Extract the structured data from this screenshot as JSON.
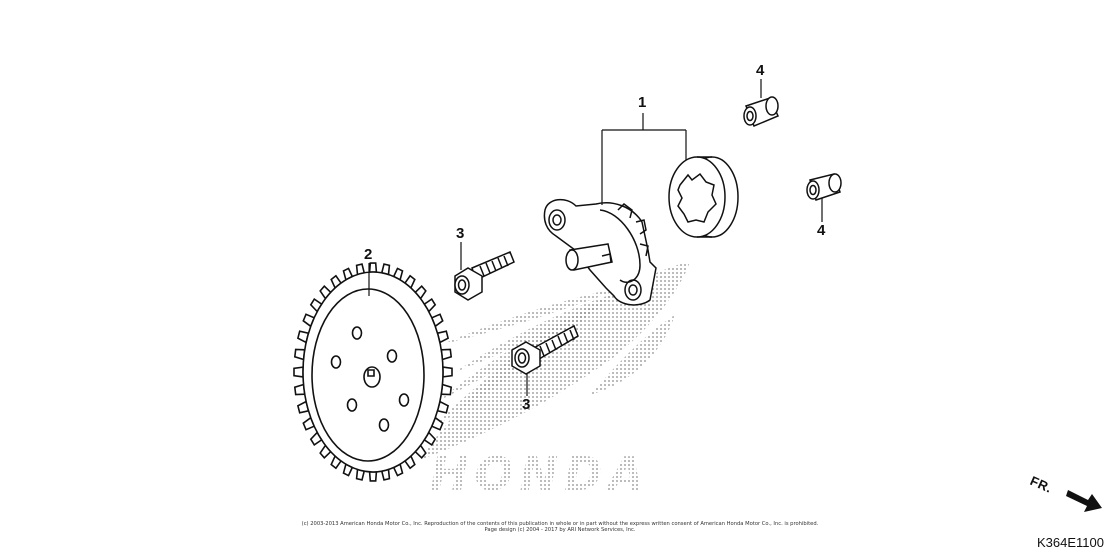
{
  "diagram": {
    "callouts": [
      {
        "id": "c1",
        "text": "1"
      },
      {
        "id": "c2",
        "text": "2"
      },
      {
        "id": "c3a",
        "text": "3"
      },
      {
        "id": "c3b",
        "text": "3"
      },
      {
        "id": "c4a",
        "text": "4"
      },
      {
        "id": "c4b",
        "text": "4"
      }
    ],
    "watermark_text": "HONDA",
    "front_label": "FR.",
    "copyright_line1": "(c) 2003-2013 American Honda Motor Co., Inc. Reproduction of the contents of this publication in whole or in part without the express written consent of American Honda Motor Co., Inc. is prohibited.",
    "copyright_line2": "Page design (c) 2004 - 2017 by ARI Network Services, Inc.",
    "diagram_code": "K364E1100"
  },
  "colors": {
    "line": "#111111",
    "watermark": "#9a9a9a",
    "background": "#ffffff"
  }
}
